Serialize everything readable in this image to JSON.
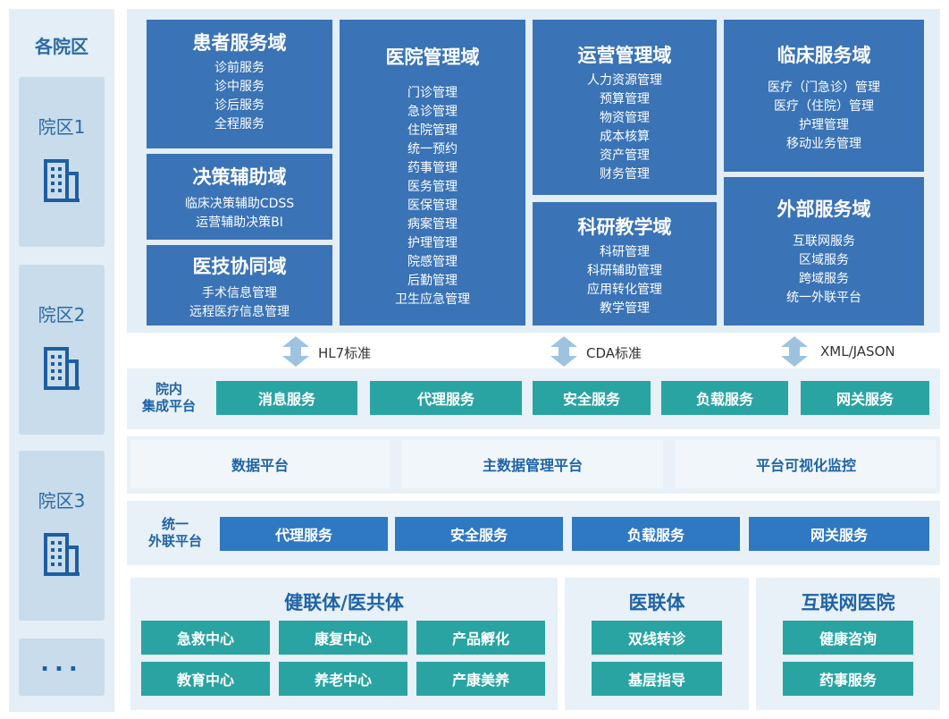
{
  "campus": {
    "title": "各院区",
    "items": [
      {
        "label": "院区1"
      },
      {
        "label": "院区2"
      },
      {
        "label": "院区3"
      }
    ],
    "more": "..."
  },
  "domains": {
    "patient": {
      "title": "患者服务域",
      "items": [
        "诊前服务",
        "诊中服务",
        "诊后服务",
        "全程服务"
      ]
    },
    "decision": {
      "title": "决策辅助域",
      "items": [
        "临床决策辅助CDSS",
        "运营辅助决策BI"
      ]
    },
    "medtech": {
      "title": "医技协同域",
      "items": [
        "手术信息管理",
        "远程医疗信息管理"
      ]
    },
    "hospital": {
      "title": "医院管理域",
      "items": [
        "门诊管理",
        "急诊管理",
        "住院管理",
        "统一预约",
        "药事管理",
        "医务管理",
        "医保管理",
        "病案管理",
        "护理管理",
        "院感管理",
        "后勤管理",
        "卫生应急管理"
      ]
    },
    "operation": {
      "title": "运营管理域",
      "items": [
        "人力资源管理",
        "预算管理",
        "物资管理",
        "成本核算",
        "资产管理",
        "财务管理"
      ]
    },
    "research": {
      "title": "科研教学域",
      "items": [
        "科研管理",
        "科研辅助管理",
        "应用转化管理",
        "教学管理"
      ]
    },
    "clinical": {
      "title": "临床服务域",
      "items": [
        "医疗（门急诊）管理",
        "医疗（住院）管理",
        "护理管理",
        "移动业务管理"
      ]
    },
    "external": {
      "title": "外部服务域",
      "items": [
        "互联网服务",
        "区域服务",
        "跨域服务",
        "统一外联平台"
      ]
    }
  },
  "standards": [
    "HL7标准",
    "CDA标准",
    "XML/JASON"
  ],
  "integration": {
    "label_line1": "院内",
    "label_line2": "集成平台",
    "services": [
      "消息服务",
      "代理服务",
      "安全服务",
      "负载服务",
      "网关服务"
    ]
  },
  "platforms": [
    "数据平台",
    "主数据管理平台",
    "平台可视化监控"
  ],
  "external_platform": {
    "label_line1": "统一",
    "label_line2": "外联平台",
    "services": [
      "代理服务",
      "安全服务",
      "负载服务",
      "网关服务"
    ]
  },
  "bottom": {
    "health": {
      "title": "健联体/医共体",
      "items": [
        "急救中心",
        "康复中心",
        "产品孵化",
        "教育中心",
        "养老中心",
        "产康美养"
      ]
    },
    "medical": {
      "title": "医联体",
      "items": [
        "双线转诊",
        "基层指导"
      ]
    },
    "internet": {
      "title": "互联网医院",
      "items": [
        "健康咨询",
        "药事服务"
      ]
    }
  },
  "colors": {
    "domain_blue": "#3a73b6",
    "teal": "#2aa4a3",
    "service_blue": "#2f78c2",
    "text_blue": "#1f63a6",
    "panel_bg": "#e3eef6"
  }
}
